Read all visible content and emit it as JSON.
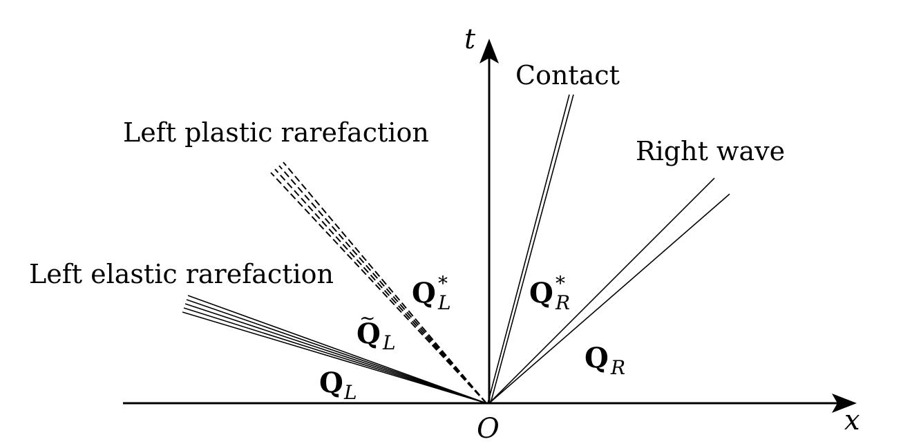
{
  "diagram": {
    "axes": {
      "t_label": "t",
      "x_label": "x",
      "origin_label": "O"
    },
    "waves": {
      "left_elastic_label": "Left elastic rarefaction",
      "left_plastic_label": "Left plastic rarefaction",
      "contact_label": "Contact",
      "right_wave_label": "Right wave"
    },
    "states": {
      "QL": {
        "main": "Q",
        "sub": "L"
      },
      "QL_tilde": {
        "main": "Q",
        "sub": "L",
        "accent": "~"
      },
      "QL_star": {
        "main": "Q",
        "sub": "L",
        "sup": "*"
      },
      "QR_star": {
        "main": "Q",
        "sub": "R",
        "sup": "*"
      },
      "QR": {
        "main": "Q",
        "sub": "R"
      }
    }
  }
}
